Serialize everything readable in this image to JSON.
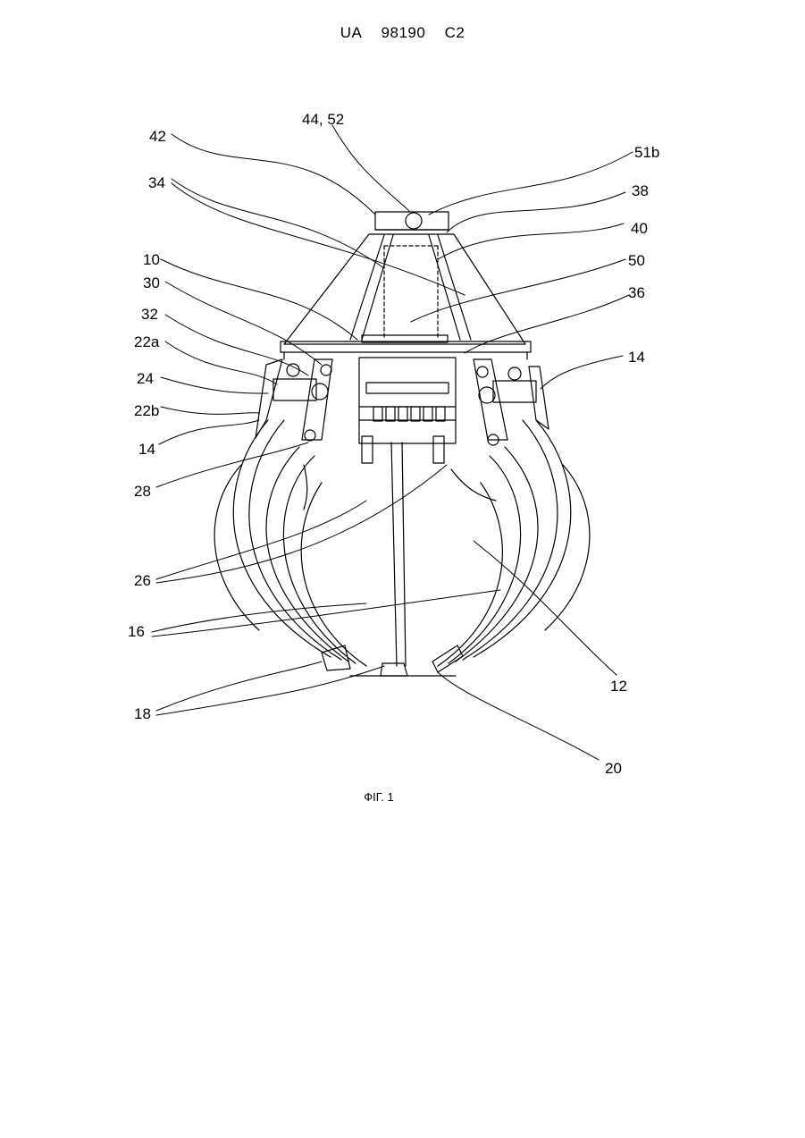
{
  "header": {
    "country": "UA",
    "number": "98190",
    "kind": "C2"
  },
  "figure": {
    "caption": "ФІГ. 1",
    "labels": {
      "l42": "42",
      "l44_52": "44, 52",
      "l51b": "51b",
      "l34": "34",
      "l38": "38",
      "l40": "40",
      "l10": "10",
      "l50": "50",
      "l30": "30",
      "l36": "36",
      "l32": "32",
      "l22a": "22a",
      "l14_right": "14",
      "l24": "24",
      "l22b": "22b",
      "l14_left": "14",
      "l28": "28",
      "l26": "26",
      "l16": "16",
      "l12": "12",
      "l18": "18",
      "l20": "20"
    }
  }
}
